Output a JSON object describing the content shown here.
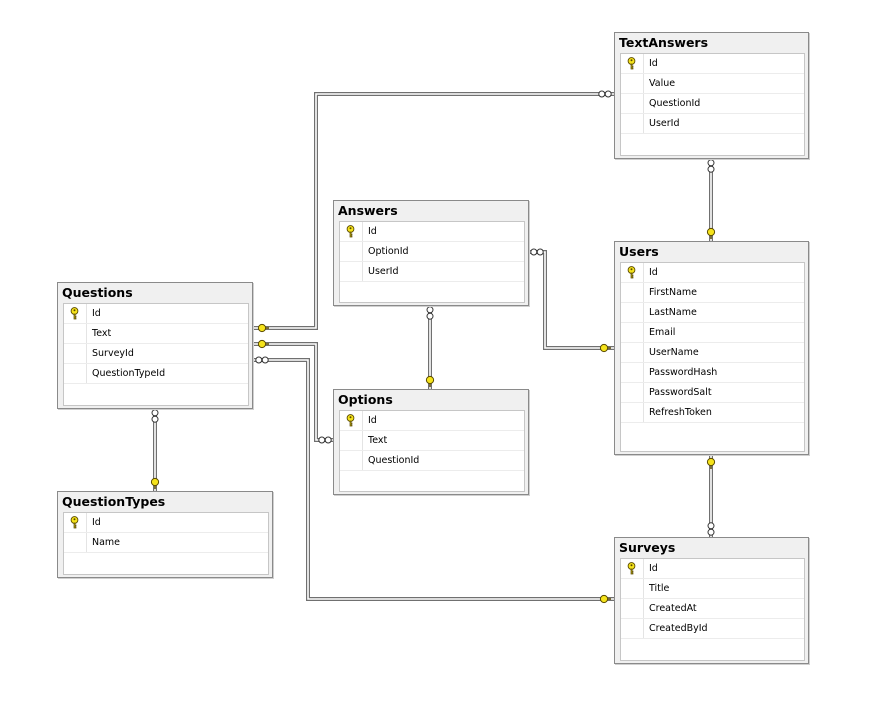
{
  "tables": [
    {
      "name": "TextAnswers",
      "columns": [
        {
          "name": "Id",
          "pk": true
        },
        {
          "name": "Value"
        },
        {
          "name": "QuestionId"
        },
        {
          "name": "UserId"
        }
      ]
    },
    {
      "name": "Answers",
      "columns": [
        {
          "name": "Id",
          "pk": true
        },
        {
          "name": "OptionId"
        },
        {
          "name": "UserId"
        }
      ]
    },
    {
      "name": "Users",
      "columns": [
        {
          "name": "Id",
          "pk": true
        },
        {
          "name": "FirstName"
        },
        {
          "name": "LastName"
        },
        {
          "name": "Email"
        },
        {
          "name": "UserName"
        },
        {
          "name": "PasswordHash"
        },
        {
          "name": "PasswordSalt"
        },
        {
          "name": "RefreshToken"
        }
      ]
    },
    {
      "name": "Questions",
      "columns": [
        {
          "name": "Id",
          "pk": true
        },
        {
          "name": "Text"
        },
        {
          "name": "SurveyId"
        },
        {
          "name": "QuestionTypeId"
        }
      ]
    },
    {
      "name": "Options",
      "columns": [
        {
          "name": "Id",
          "pk": true
        },
        {
          "name": "Text"
        },
        {
          "name": "QuestionId"
        }
      ]
    },
    {
      "name": "QuestionTypes",
      "columns": [
        {
          "name": "Id",
          "pk": true
        },
        {
          "name": "Name"
        }
      ]
    },
    {
      "name": "Surveys",
      "columns": [
        {
          "name": "Id",
          "pk": true
        },
        {
          "name": "Title"
        },
        {
          "name": "CreatedAt"
        },
        {
          "name": "CreatedById"
        }
      ]
    }
  ],
  "relationships": [
    {
      "from": "TextAnswers",
      "to": "Questions",
      "many_end": "TextAnswers",
      "one_end": "Questions"
    },
    {
      "from": "TextAnswers",
      "to": "Users",
      "many_end": "TextAnswers",
      "one_end": "Users"
    },
    {
      "from": "Answers",
      "to": "Users",
      "many_end": "Answers",
      "one_end": "Users"
    },
    {
      "from": "Answers",
      "to": "Options",
      "many_end": "Answers",
      "one_end": "Options"
    },
    {
      "from": "Options",
      "to": "Questions",
      "many_end": "Options",
      "one_end": "Questions"
    },
    {
      "from": "Questions",
      "to": "QuestionTypes",
      "many_end": "Questions",
      "one_end": "QuestionTypes"
    },
    {
      "from": "Questions",
      "to": "Surveys",
      "many_end": "Questions",
      "one_end": "Surveys"
    },
    {
      "from": "Surveys",
      "to": "Users",
      "many_end": "Surveys",
      "one_end": "Users"
    }
  ],
  "colors": {
    "key_fill": "#f5e31b",
    "line": "#707070",
    "title_bar": "#f0f0f0"
  }
}
